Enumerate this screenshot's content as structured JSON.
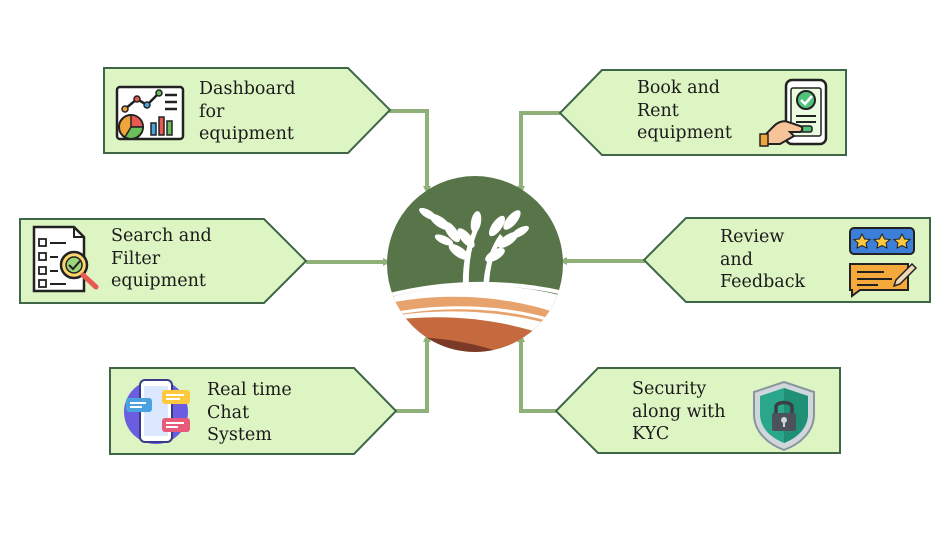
{
  "colors": {
    "box_fill": "#ddf4c3",
    "box_stroke": "#3e6647",
    "connector": "#8fb079",
    "logo_green": "#587549"
  },
  "center_logo": {
    "icon": "sprouting-plant-on-field-logo"
  },
  "features": [
    {
      "id": "dashboard",
      "lines": [
        "Dashboard",
        "for",
        "equipment"
      ],
      "icon": "analytics-dashboard-icon"
    },
    {
      "id": "book-rent",
      "lines": [
        "Book and",
        "Rent",
        "equipment"
      ],
      "icon": "phone-checkmark-hand-icon"
    },
    {
      "id": "search-filter",
      "lines": [
        "Search and",
        "Filter",
        "equipment"
      ],
      "icon": "checklist-magnifier-icon"
    },
    {
      "id": "review-feedback",
      "lines": [
        "Review",
        "and",
        "Feedback"
      ],
      "icon": "star-rating-review-icon"
    },
    {
      "id": "chat",
      "lines": [
        "Real time",
        "Chat",
        "System"
      ],
      "icon": "chat-bubbles-phone-icon"
    },
    {
      "id": "security",
      "lines": [
        "Security",
        "along with",
        "KYC"
      ],
      "icon": "shield-lock-icon"
    }
  ]
}
